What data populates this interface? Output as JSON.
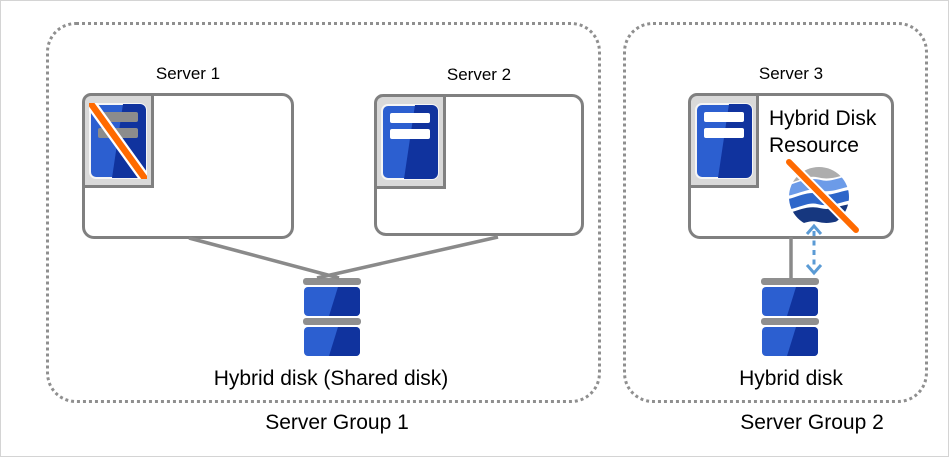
{
  "diagram": {
    "groups": [
      {
        "caption": "Server Group 1",
        "servers": [
          {
            "label": "Server 1",
            "status": "failed",
            "icon": "server-tower-failed-icon"
          },
          {
            "label": "Server 2",
            "status": "normal",
            "icon": "server-tower-icon"
          }
        ],
        "disk": {
          "label": "Hybrid disk (Shared disk)",
          "icon": "disk-stack-icon"
        }
      },
      {
        "caption": "Server Group 2",
        "servers": [
          {
            "label": "Server 3",
            "status": "normal",
            "icon": "server-tower-icon"
          }
        ],
        "resource": {
          "label": "Hybrid Disk Resource",
          "status": "failed",
          "icon": "globe-failed-icon"
        },
        "disk": {
          "label": "Hybrid disk",
          "icon": "disk-stack-icon"
        },
        "connection": {
          "icon": "dashed-double-arrow-icon"
        }
      }
    ],
    "colors": {
      "server_blue": "#2C5FD0",
      "server_blue_dark": "#10339E",
      "failure_slash_orange": "#FF6A00",
      "connector_gray": "#8A8A8A",
      "box_border_gray": "#808080",
      "icon_frame_gray": "#D9D9D9",
      "sync_arrow_blue": "#5B9BD5",
      "globe_band_gray": "#ADADAD",
      "globe_band_light_blue": "#6C9BE8",
      "globe_band_blue": "#2E66C9",
      "globe_band_navy": "#16377F",
      "disk_bar_gray": "#8F8F8F"
    }
  }
}
